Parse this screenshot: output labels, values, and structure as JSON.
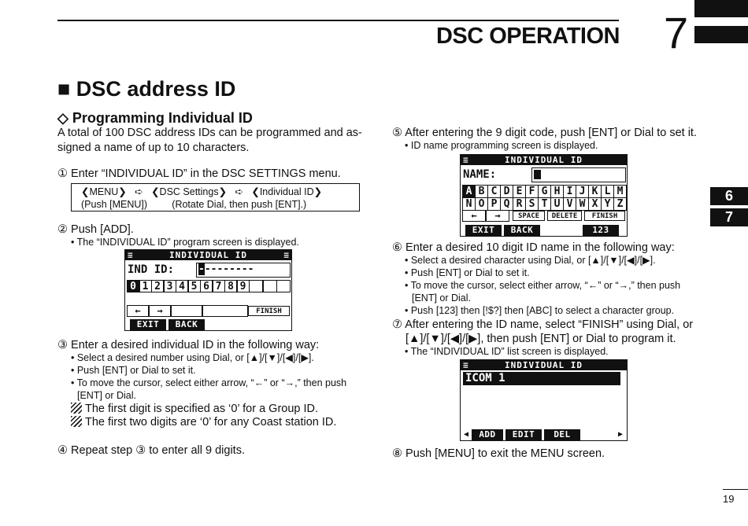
{
  "header": {
    "title": "DSC OPERATION",
    "chapter": "7"
  },
  "side_tabs": [
    "6",
    "7"
  ],
  "section": {
    "title": "■ DSC address ID",
    "subtitle": "◇ Programming Individual ID"
  },
  "intro": [
    "A total of 100 DSC address IDs can be programmed and as-",
    "signed a name of up to 10 characters."
  ],
  "step1": {
    "text": "① Enter “INDIVIDUAL ID” in the DSC SETTINGS menu.",
    "menu_line1": "❮MENU❯   ➪   ❮DSC Settings❯   ➪   ❮Individual ID❯",
    "menu_line2": "(Push [MENU])         (Rotate Dial, then push [ENT].)"
  },
  "step2": {
    "text": "② Push [ADD].",
    "bullet": "• The “INDIVIDUAL ID” program screen is displayed."
  },
  "lcd1": {
    "title": "INDIVIDUAL ID",
    "label": "IND ID:",
    "value": "-",
    "dashes": "--------",
    "digits": [
      "0",
      "1",
      "2",
      "3",
      "4",
      "5",
      "6",
      "7",
      "8",
      "9"
    ],
    "arrows": [
      "←",
      "→"
    ],
    "finish": "FINISH",
    "soft": [
      "EXIT",
      "BACK"
    ]
  },
  "step3": {
    "text": "③ Enter a desired individual ID in the following way:",
    "bullets": [
      "• Select a desired number using Dial, or [▲]/[▼]/[◀]/[▶].",
      "• Push [ENT] or Dial to set it.",
      "• To move the cursor, select either arrow, “←” or “→,” then push",
      "[ENT] or Dial."
    ],
    "notes": [
      "The first digit is specified as ‘0’ for a Group ID.",
      "The first two digits are ‘0’ for any Coast station ID."
    ]
  },
  "step4": {
    "text": "④ Repeat step ③ to enter all 9 digits."
  },
  "step5": {
    "text": "⑤ After entering the 9 digit code, push [ENT] or Dial to set it.",
    "bullet": "• ID name programming screen is displayed."
  },
  "lcd2": {
    "title": "INDIVIDUAL ID",
    "label": "NAME:",
    "row1": [
      "A",
      "B",
      "C",
      "D",
      "E",
      "F",
      "G",
      "H",
      "I",
      "J",
      "K",
      "L",
      "M"
    ],
    "row2": [
      "N",
      "O",
      "P",
      "Q",
      "R",
      "S",
      "T",
      "U",
      "V",
      "W",
      "X",
      "Y",
      "Z"
    ],
    "arrows": [
      "←",
      "→"
    ],
    "space": "SPACE",
    "delete": "DELETE",
    "finish": "FINISH",
    "soft": [
      "EXIT",
      "BACK",
      "123"
    ]
  },
  "step6": {
    "text": "⑥ Enter a desired 10 digit ID name in the following way:",
    "bullets": [
      "• Select a desired character using Dial, or [▲]/[▼]/[◀]/[▶].",
      "• Push [ENT] or Dial to set it.",
      "• To move the cursor, select either arrow, “←” or “→,” then push",
      "[ENT] or Dial.",
      "• Push [123] then [!$?] then [ABC] to select a character group."
    ]
  },
  "step7": {
    "lines": [
      "⑦ After entering the ID name, select “FINISH” using Dial, or",
      "[▲]/[▼]/[◀]/[▶], then push [ENT] or Dial to program it."
    ],
    "bullet": "• The “INDIVIDUAL ID” list screen is displayed."
  },
  "lcd3": {
    "title": "INDIVIDUAL ID",
    "item": "ICOM 1",
    "soft": [
      "ADD",
      "EDIT",
      "DEL"
    ]
  },
  "step8": {
    "text": "⑧ Push [MENU] to exit the MENU screen."
  },
  "page_number": "19"
}
